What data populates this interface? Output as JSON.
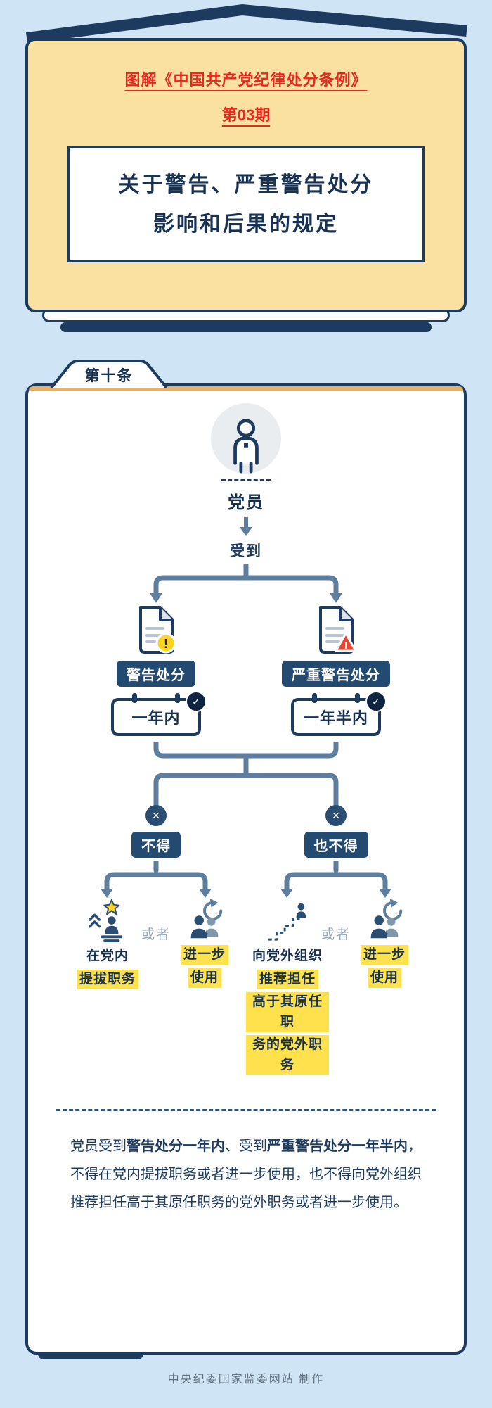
{
  "theme": {
    "background": "#cfe4f5",
    "navy": "#1d3a5f",
    "badge_navy": "#234a70",
    "red": "#e8281e",
    "cover_yellow": "#fbe1a1",
    "highlight_yellow": "#ffe14d",
    "connector_slate": "#5d7e9e",
    "accent_tan": "#e7b169",
    "warning_yellow": "#ffd321",
    "alert_red": "#e8432d"
  },
  "icons": {
    "member": "person-icon",
    "warning_doc": "document-exclamation-icon",
    "severe_doc": "document-alert-triangle-icon",
    "calendar": "calendar-check-icon",
    "forbid": "circle-cross-icon",
    "promotion": "promotion-star-person-icon",
    "further_use": "people-cycle-arrow-icon",
    "stairs": "stairs-person-icon"
  },
  "header": {
    "series_title": "图解《中国共产党纪律处分条例》",
    "issue": "第03期",
    "title_lines": [
      "关于警告、严重警告处分",
      "影响和后果的规定"
    ]
  },
  "card": {
    "tab": "第十条",
    "subject": "党员",
    "receive": "受到",
    "left_branch": {
      "badge": "警告处分",
      "period": "一年内"
    },
    "right_branch": {
      "badge": "严重警告处分",
      "period": "一年半内"
    },
    "left_prohibit": {
      "badge": "不得",
      "or": "或者",
      "a_plain": "在党内",
      "a_hl": "提拔职务",
      "b_hl1": "进一步",
      "b_hl2": "使用"
    },
    "right_prohibit": {
      "badge": "也不得",
      "or": "或者",
      "a_plain": "向党外组织",
      "a_hl1": "推荐担任",
      "a_hl2": "高于其原任职",
      "a_hl3": "务的党外职务",
      "b_hl1": "进一步",
      "b_hl2": "使用"
    },
    "summary": [
      {
        "text": "党员受到",
        "bold": false
      },
      {
        "text": "警告处分一年内",
        "bold": true
      },
      {
        "text": "、受到",
        "bold": false
      },
      {
        "text": "严重警告处分一年半内",
        "bold": true
      },
      {
        "text": "，不得在党内提拔职务或者进一步使用，也不得向党外组织推荐担任高于其原任职务的党外职务或者进一步使用。",
        "bold": false
      }
    ]
  },
  "footer": "中央纪委国家监委网站 制作"
}
